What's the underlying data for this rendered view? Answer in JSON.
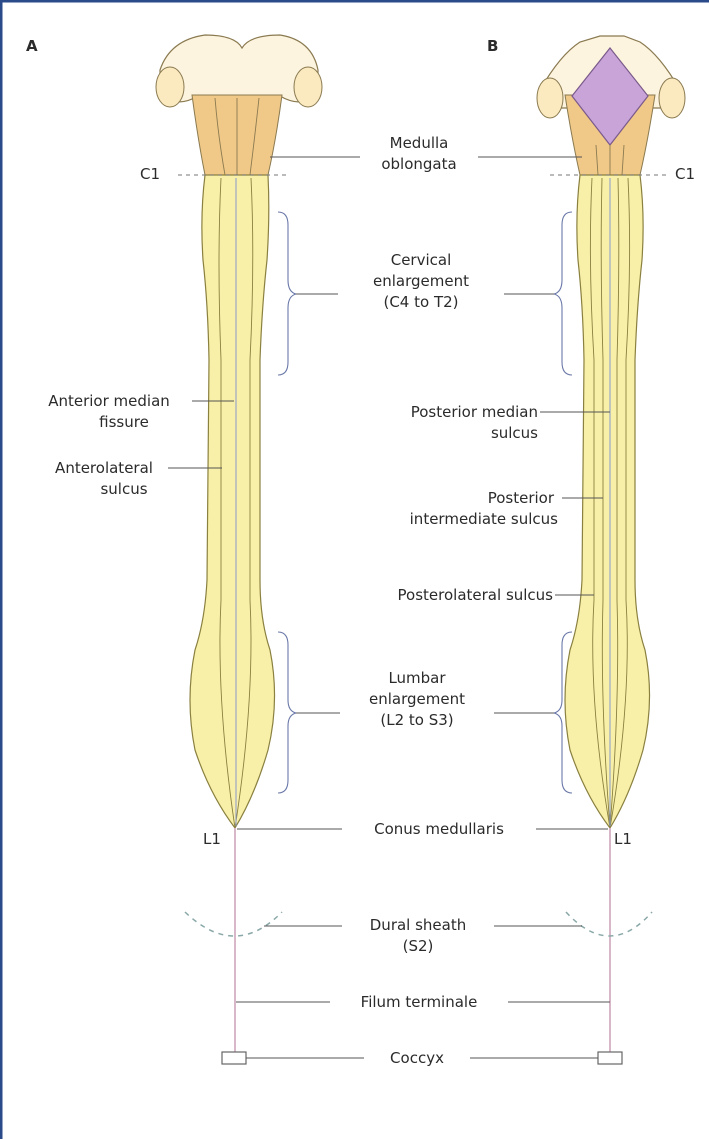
{
  "panels": {
    "a": "A",
    "b": "B"
  },
  "levels": {
    "c1_left": "C1",
    "c1_right": "C1",
    "l1_left": "L1",
    "l1_right": "L1"
  },
  "labels": {
    "medulla": [
      "Medulla",
      "oblongata"
    ],
    "cervical": [
      "Cervical",
      "enlargement",
      "(C4 to T2)"
    ],
    "anterior_median": [
      "Anterior median",
      "fissure"
    ],
    "anterolateral": [
      "Anterolateral",
      "sulcus"
    ],
    "posterior_median": [
      "Posterior median",
      "sulcus"
    ],
    "posterior_intermediate": [
      "Posterior",
      "intermediate sulcus"
    ],
    "posterolateral": "Posterolateral sulcus",
    "lumbar": [
      "Lumbar",
      "enlargement",
      "(L2 to S3)"
    ],
    "conus": "Conus medullaris",
    "dural": [
      "Dural sheath",
      "(S2)"
    ],
    "filum": "Filum terminale",
    "coccyx": "Coccyx"
  },
  "colors": {
    "cord_fill": "#f8f0a8",
    "cord_stroke": "#8a8040",
    "brainstem_fill": "#fdf4df",
    "medulla_fill": "#f0c888",
    "fourth_ventricle": "#c8a4d8",
    "leader_line": "#555555",
    "filum": "#c89ab0",
    "frame": "#2a4a8a",
    "dural": "#8aa8a8",
    "fissure": "#8899cc"
  }
}
